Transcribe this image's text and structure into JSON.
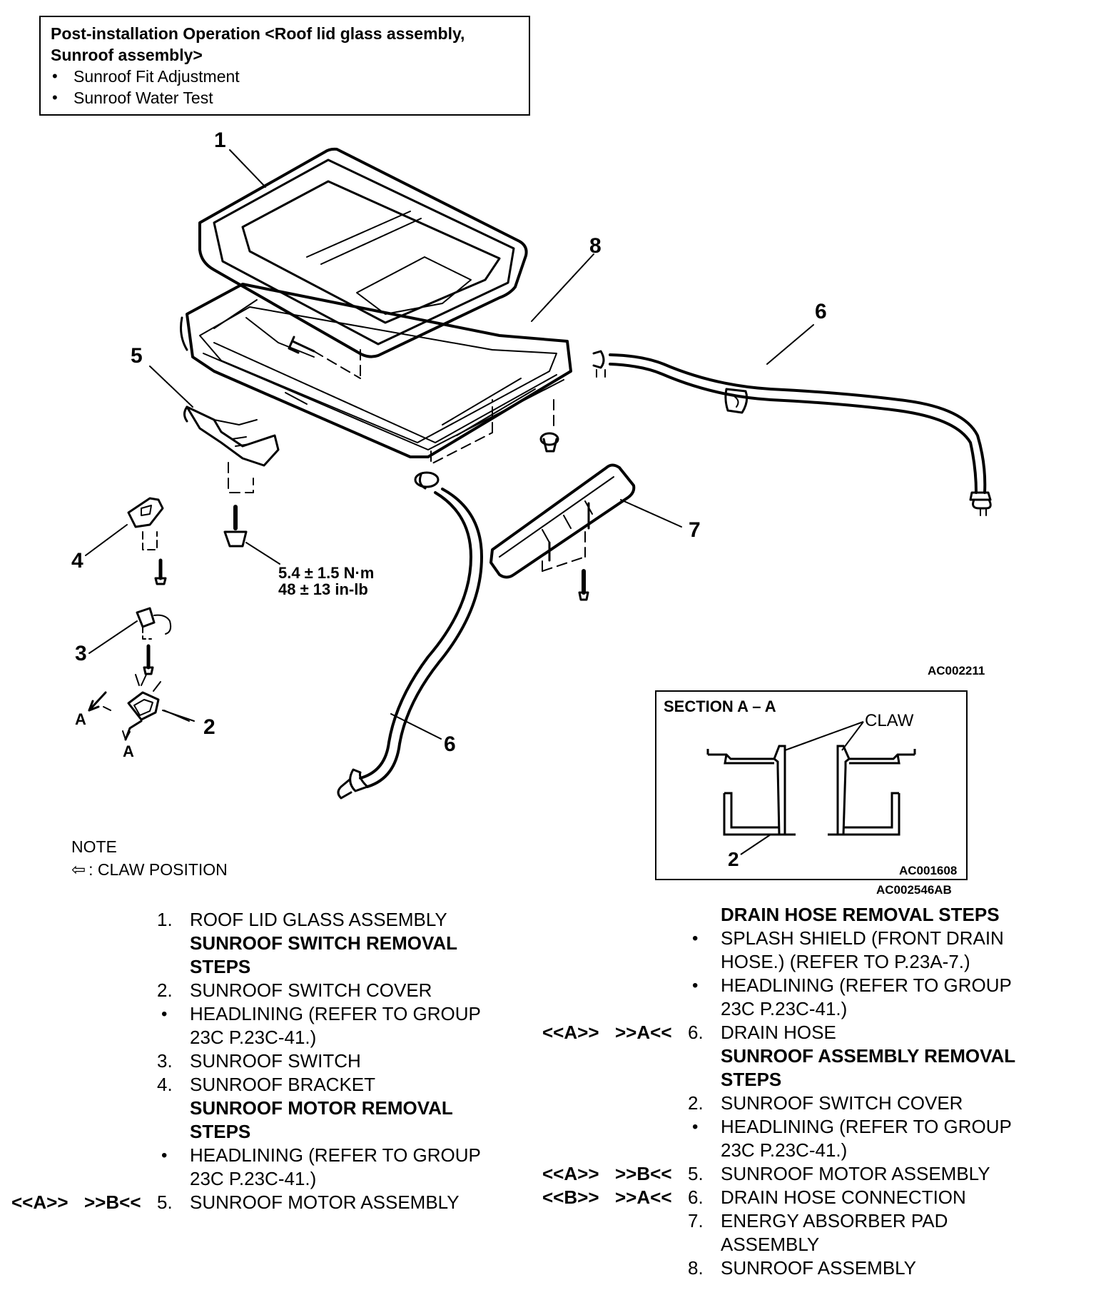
{
  "post_install": {
    "title_line1": "Post-installation Operation <Roof lid glass assembly,",
    "title_line2": "Sunroof assembly>",
    "items": [
      "Sunroof Fit Adjustment",
      "Sunroof Water Test"
    ]
  },
  "callouts": {
    "c1": "1",
    "c2": "2",
    "c3": "3",
    "c4": "4",
    "c5": "5",
    "c6a": "6",
    "c6b": "6",
    "c7": "7",
    "c8": "8",
    "a1": "A",
    "a2": "A"
  },
  "torque": {
    "line1": "5.4 ± 1.5 N·m",
    "line2": "48 ± 13 in-lb"
  },
  "refs": {
    "main": "AC002211",
    "section": "AC001608",
    "overall": "AC002546AB"
  },
  "section": {
    "title": "SECTION A – A",
    "claw_label": "CLAW",
    "callout": "2"
  },
  "note": {
    "title": "NOTE",
    "legend": ": CLAW POSITION"
  },
  "left_steps": [
    {
      "num": "1.",
      "text": "ROOF LID GLASS ASSEMBLY"
    },
    {
      "heading": "SUNROOF SWITCH REMOVAL"
    },
    {
      "heading": "STEPS"
    },
    {
      "num": "2.",
      "text": "SUNROOF SWITCH COVER"
    },
    {
      "bullet": "•",
      "text": "HEADLINING (REFER TO GROUP"
    },
    {
      "text": "23C P.23C-41.)"
    },
    {
      "num": "3.",
      "text": "SUNROOF SWITCH"
    },
    {
      "num": "4.",
      "text": "SUNROOF BRACKET"
    },
    {
      "heading": "SUNROOF MOTOR REMOVAL"
    },
    {
      "heading": "STEPS"
    },
    {
      "bullet": "•",
      "text": "HEADLINING (REFER TO GROUP"
    },
    {
      "text": "23C P.23C-41.)"
    },
    {
      "m1": "<<A>>",
      "m2": ">>B<<",
      "num": "5.",
      "text": "SUNROOF MOTOR ASSEMBLY"
    }
  ],
  "right_steps": [
    {
      "heading": "DRAIN HOSE REMOVAL STEPS"
    },
    {
      "bullet": "•",
      "text": "SPLASH SHIELD (FRONT DRAIN"
    },
    {
      "text": "HOSE.) (REFER TO P.23A-7.)"
    },
    {
      "bullet": "•",
      "text": "HEADLINING (REFER TO GROUP"
    },
    {
      "text": "23C P.23C-41.)"
    },
    {
      "m1": "<<A>>",
      "m2": ">>A<<",
      "num": "6.",
      "text": "DRAIN HOSE"
    },
    {
      "heading": "SUNROOF ASSEMBLY REMOVAL"
    },
    {
      "heading": "STEPS"
    },
    {
      "num": "2.",
      "text": "SUNROOF SWITCH COVER"
    },
    {
      "bullet": "•",
      "text": "HEADLINING (REFER TO GROUP"
    },
    {
      "text": "23C P.23C-41.)"
    },
    {
      "m1": "<<A>>",
      "m2": ">>B<<",
      "num": "5.",
      "text": "SUNROOF MOTOR ASSEMBLY"
    },
    {
      "m1": "<<B>>",
      "m2": ">>A<<",
      "num": "6.",
      "text": "DRAIN HOSE CONNECTION"
    },
    {
      "num": "7.",
      "text": "ENERGY ABSORBER PAD"
    },
    {
      "text": "ASSEMBLY"
    },
    {
      "num": "8.",
      "text": "SUNROOF ASSEMBLY"
    }
  ]
}
